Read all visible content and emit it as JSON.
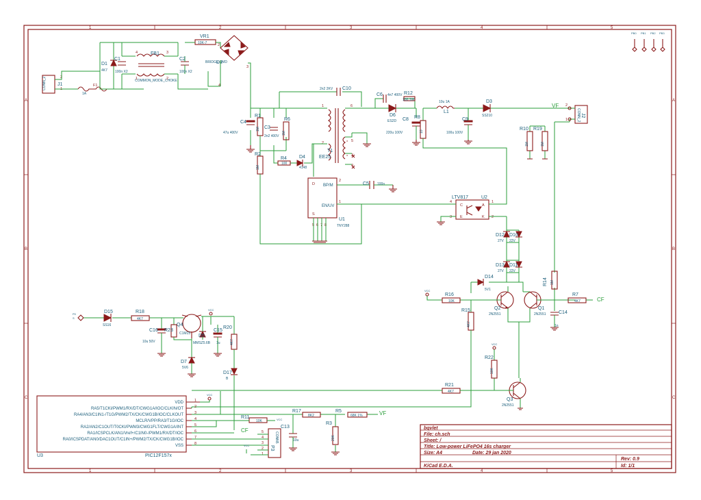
{
  "frame": {
    "columns": [
      "1",
      "2",
      "3",
      "4",
      "5"
    ],
    "rows": [
      "A",
      "B",
      "C"
    ]
  },
  "title_block": {
    "company": "bqvlet",
    "file": "File: ch.sch",
    "sheet": "Sheet: /",
    "title": "Title: Low-power LiFePO4 16s charger",
    "size": "Size: A4",
    "date": "Date: 29 jan 2020",
    "rev": "Rev: 0.9",
    "tool": "KiCad E.D.A.",
    "id": "Id: 1/1"
  },
  "nets": {
    "vf_top": "VF",
    "vf_bottom": "VF",
    "cf_right": "CF",
    "cf_bottom": "CF"
  },
  "mcu": {
    "ref": "U3",
    "part": "PIC12F157x",
    "pins": [
      {
        "num": "1",
        "name": "VDD"
      },
      {
        "num": "2",
        "name": "RA5/T1CKI/PWM1/RX/DT/CWG1A/IOC/CLKIN/OT"
      },
      {
        "num": "3",
        "name": "RA4/AN3/C1IN1-/T1G/PWM2/TX/CK/CWG1B/IOC/CLKOUT"
      },
      {
        "num": "4",
        "name": "MCLR/VPP/RA3/T1G/IOC"
      },
      {
        "num": "5",
        "name": "RA2/AN2/C1OUT/T0CKI/PWM3/CWG1FLT/CWG1A/INT"
      },
      {
        "num": "6",
        "name": "RA1/ICSPCLK/AN1/Vref+/C1IN0-/PWM1/RX/DT/IOC"
      },
      {
        "num": "7",
        "name": "RA0/ICSPDAT/AN0/DAC1OUT/C1IN+/PWM2/TX/CK/CWG1B/IOC"
      },
      {
        "num": "8",
        "name": "VSS"
      }
    ]
  },
  "components": {
    "j1": {
      "ref": "J1",
      "val": "CONN_2"
    },
    "f1": {
      "ref": "F1",
      "val": "1A"
    },
    "d1": {
      "ref": "D1",
      "val": "4K7"
    },
    "c1": {
      "ref": "C1",
      "val": "100n X2"
    },
    "fb1": {
      "ref": "FB1",
      "val": "COMMON_MODE_CHOKE"
    },
    "c2": {
      "ref": "C2",
      "val": "100n X2"
    },
    "vr1": {
      "ref": "VR1",
      "val": "10K-7"
    },
    "d2": {
      "ref": "D2",
      "val": "BRIDGE-SMD"
    },
    "c4": {
      "ref": "C4",
      "val": "47u 400V"
    },
    "r1": {
      "ref": "R1",
      "val": "1M"
    },
    "c3": {
      "ref": "C3",
      "val": "2n2 400V"
    },
    "r6": {
      "ref": "R6",
      "val": "1M"
    },
    "r2": {
      "ref": "R2",
      "val": "1M"
    },
    "r4": {
      "ref": "R4",
      "val": "100"
    },
    "d4": {
      "ref": "D4",
      "val": "4148"
    },
    "c10": {
      "ref": "C10",
      "val": "2n2 2KV"
    },
    "t1": {
      "ref": "T1",
      "val": "EE25"
    },
    "u1": {
      "ref": "U1",
      "val": "TNY288",
      "bp": "BP/M",
      "en": "EN/UV",
      "d": "D",
      "s": "S"
    },
    "c5": {
      "ref": "C5",
      "val": "100n"
    },
    "c6": {
      "ref": "C6",
      "val": "4n7 400V"
    },
    "r12": {
      "ref": "R12",
      "val": "100 1W"
    },
    "d6": {
      "ref": "D6",
      "val": "ES2D"
    },
    "c8": {
      "ref": "C8",
      "val": "220u 100V"
    },
    "r8": {
      "ref": "R8",
      "val": "10"
    },
    "l1": {
      "ref": "L1",
      "val": "10u 1A"
    },
    "c9": {
      "ref": "C9",
      "val": "100u 100V"
    },
    "d3": {
      "ref": "D3",
      "val": "SS210"
    },
    "j2": {
      "ref": "J2",
      "val": "CONN_2"
    },
    "r10": {
      "ref": "R10",
      "val": "1M"
    },
    "r19": {
      "ref": "R19",
      "val": "1M"
    },
    "u2": {
      "ref": "U2",
      "val": "LTV817"
    },
    "d12": {
      "ref": "D12",
      "val": "27V"
    },
    "d10": {
      "ref": "D10",
      "val": "22V"
    },
    "d13": {
      "ref": "D13",
      "val": "27V"
    },
    "d11": {
      "ref": "D11",
      "val": "22V"
    },
    "d14": {
      "ref": "D14",
      "val": "5V1"
    },
    "r16": {
      "ref": "R16",
      "val": "10K"
    },
    "q2": {
      "ref": "Q2",
      "val": "2N2551"
    },
    "q1": {
      "ref": "Q1",
      "val": "2N2551"
    },
    "r14": {
      "ref": "R14",
      "val": "1M"
    },
    "r7": {
      "ref": "R7",
      "val": "4K7"
    },
    "c14": {
      "ref": "C14",
      "val": "1n"
    },
    "r15": {
      "ref": "R15",
      "val": "4K7"
    },
    "r22": {
      "ref": "R22",
      "val": "10K"
    },
    "q3": {
      "ref": "Q3",
      "val": "2N2551"
    },
    "r21": {
      "ref": "R21",
      "val": "4K7"
    },
    "pb": {
      "ref": "P0",
      "val": "S"
    },
    "d15": {
      "ref": "D15",
      "val": "SS16"
    },
    "r18": {
      "ref": "R18",
      "val": "4K7"
    },
    "q4": {
      "ref": "Q4",
      "val": ""
    },
    "c16": {
      "ref": "C16",
      "val": "10u 50V"
    },
    "r23": {
      "ref": "R23",
      "val": "1K"
    },
    "d8": {
      "ref": "D8",
      "val": "C1M15"
    },
    "d5": {
      "ref": "D5",
      "val": "MMSZ5.6B"
    },
    "c15": {
      "ref": "C15",
      "val": "1u"
    },
    "r20": {
      "ref": "R20",
      "val": "4K7"
    },
    "d7": {
      "ref": "D7",
      "val": "5V6"
    },
    "d17": {
      "ref": "D17",
      "val": "B"
    },
    "r11": {
      "ref": "R11",
      "val": "10K"
    },
    "r17": {
      "ref": "R17",
      "val": "8K2"
    },
    "r3": {
      "ref": "R3",
      "val": "20K"
    },
    "r5": {
      "ref": "R5",
      "val": "68K 1%"
    },
    "c13": {
      "ref": "C13",
      "val": "10u"
    },
    "p3": {
      "ref": "P3",
      "val": "CONN5"
    },
    "pb1": {
      "ref": "PB0",
      "val": "PB1 PB2 PB3"
    }
  },
  "mounting": [
    "PB0",
    "PB1",
    "PB2",
    "PB3"
  ],
  "vcc": "VCC"
}
